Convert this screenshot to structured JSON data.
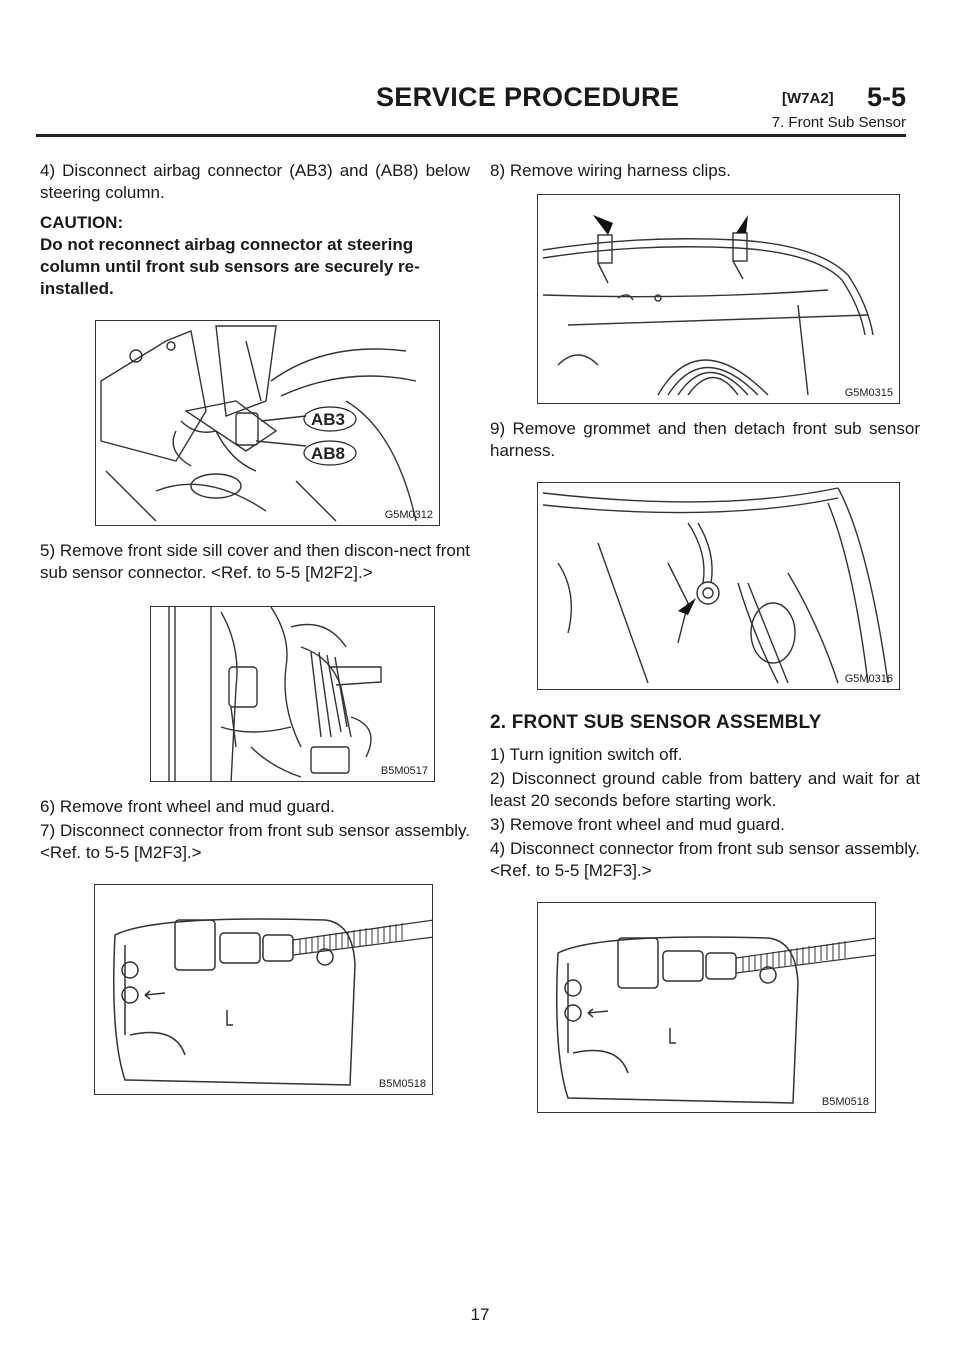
{
  "header": {
    "title": "SERVICE PROCEDURE",
    "code": "[W7A2]",
    "section": "5-5",
    "subtitle": "7. Front Sub Sensor"
  },
  "left": {
    "step4": "4) Disconnect airbag connector (AB3) and (AB8) below steering column.",
    "caution_label": "CAUTION:",
    "caution_text": "Do not reconnect airbag connector at steering column until front sub sensors are securely re-installed.",
    "fig1": {
      "id": "G5M0312",
      "callout1": "AB3",
      "callout2": "AB8"
    },
    "step5": "5) Remove front side sill cover and then discon-nect front sub sensor connector. <Ref. to 5-5 [M2F2].>",
    "fig2": {
      "id": "B5M0517"
    },
    "step6": "6) Remove front wheel and mud guard.",
    "step7": "7) Disconnect connector from front sub sensor assembly. <Ref. to 5-5 [M2F3].>",
    "fig3": {
      "id": "B5M0518"
    }
  },
  "right": {
    "step8": "8) Remove wiring harness clips.",
    "fig4": {
      "id": "G5M0315"
    },
    "step9": "9) Remove grommet and then detach front sub sensor harness.",
    "fig5": {
      "id": "G5M0316"
    },
    "section_title": "2. FRONT SUB SENSOR ASSEMBLY",
    "s1": "1) Turn ignition switch off.",
    "s2": "2) Disconnect ground cable from battery and wait for at least 20 seconds before starting work.",
    "s3": "3) Remove front wheel and mud guard.",
    "s4": "4) Disconnect connector from front sub sensor assembly. <Ref. to 5-5 [M2F3].>",
    "fig6": {
      "id": "B5M0518"
    }
  },
  "page_number": "17"
}
